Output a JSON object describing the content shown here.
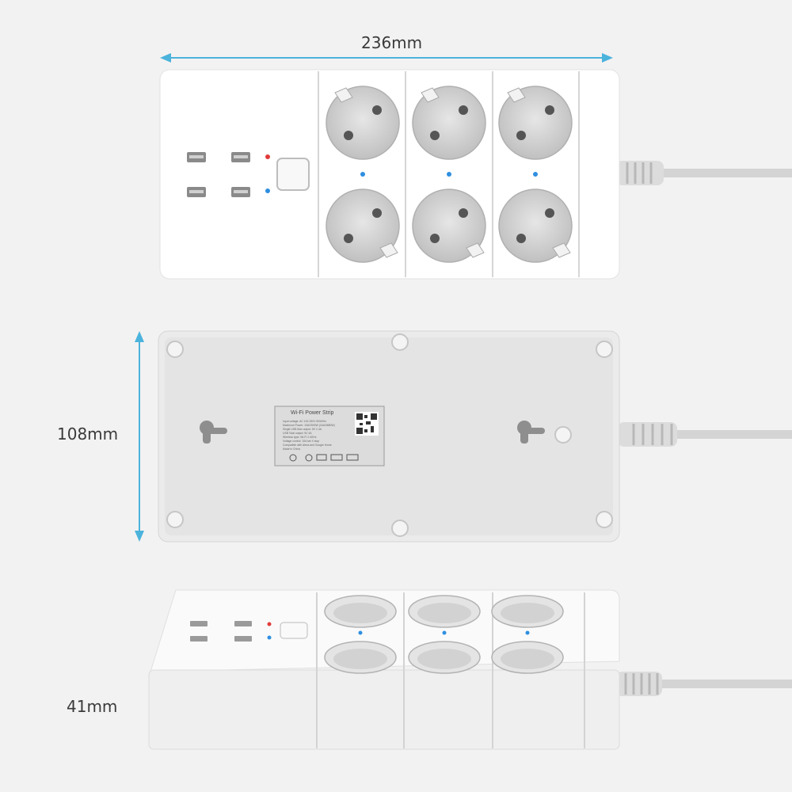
{
  "dimensions": {
    "length": "236mm",
    "width": "108mm",
    "height": "41mm"
  },
  "label": {
    "title": "Wi-Fi  Power Strip",
    "lines": [
      "Input voltage: AC 100-250V 50/60Hz",
      "Maximum Power: 10A/2500W (16A/3680W)",
      "Single USB Max output: 5V 2.4A",
      "USB Total output: 5V 4A",
      "Wireless type: Wi-Fi 2.4GHz",
      "Voltage control: 10A set X stop",
      "Compatible with Alexa and Google Home",
      "Made in China"
    ]
  },
  "colors": {
    "dimension_line": "#4bb3dc",
    "led_red": "#e23b3b",
    "led_blue": "#2e8fe0",
    "body": "#ffffff",
    "socket": "#cfcfcf"
  }
}
